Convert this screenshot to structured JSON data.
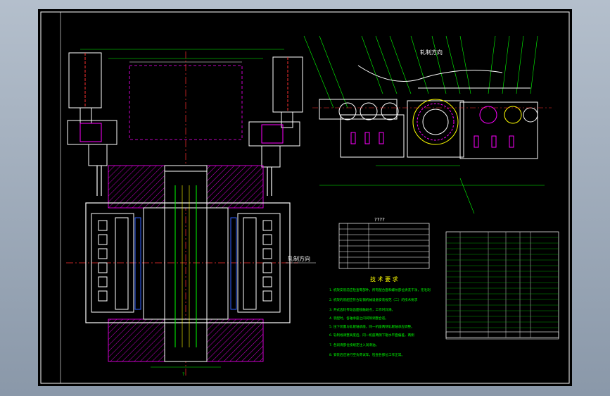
{
  "rolling_direction_top": "轧制方向",
  "rolling_direction_side": "轧制方向",
  "param_table_title": "????",
  "tech_requirements_title": "技 术 要 求",
  "tech_requirements": [
    "1. 机架安装前应检查零部件，所有配合面和螺纹部位清洗干净，无毛刺",
    "2. 机架的装配应符合轧钢机械设备安装规范（二）的技术要求",
    "3. 开式齿轮传动齿面接触斑点，工作时润滑。",
    "4. 装配时，各轴承座之间间隙调整合适。",
    "5. 压下装置与轧辊轴承座，同一机座两侧轧辊轴承应调整。",
    "6. 轧制线调整高度后，同一机座两侧下辊水平面偏差，两侧",
    "7. 各润滑部位按规定注入润滑油。",
    "8. 安装后应进行空负荷试车，检查各部位工作正常。"
  ],
  "colors": {
    "frame": "#ffffff",
    "hatch": "#ff00ff",
    "center": "#ff3030",
    "green": "#00ff00",
    "cyan": "#00ffff",
    "yellow": "#ffff00",
    "blue": "#3060ff"
  }
}
